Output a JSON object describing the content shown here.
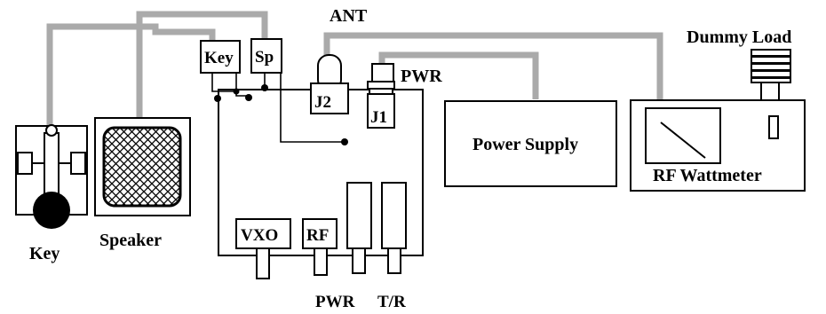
{
  "labels": {
    "ant": "ANT",
    "dummy_load": "Dummy Load",
    "pwr_top": "PWR",
    "key_jack": "Key",
    "sp_jack": "Sp",
    "j2": "J2",
    "j1": "J1",
    "power_supply": "Power Supply",
    "rf_wattmeter": "RF Wattmeter",
    "vxo": "VXO",
    "rf": "RF",
    "pwr_bottom": "PWR",
    "tr": "T/R",
    "key": "Key",
    "speaker": "Speaker"
  },
  "colors": {
    "cable": "#aaaaaa",
    "line": "#000000",
    "background": "#ffffff"
  }
}
